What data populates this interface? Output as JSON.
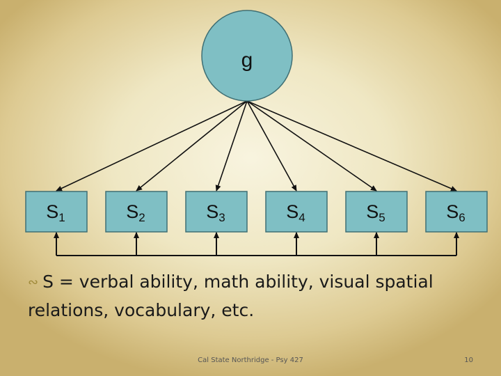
{
  "diagram": {
    "general_factor": "g",
    "specific_factors": [
      {
        "letter": "S",
        "sub": "1"
      },
      {
        "letter": "S",
        "sub": "2"
      },
      {
        "letter": "S",
        "sub": "3"
      },
      {
        "letter": "S",
        "sub": "4"
      },
      {
        "letter": "S",
        "sub": "5"
      },
      {
        "letter": "S",
        "sub": "6"
      }
    ],
    "colors": {
      "node_fill": "#7fbfc4",
      "node_stroke": "#3f6f74",
      "arrow": "#111111"
    }
  },
  "bullet": {
    "icon": "wave-bullet-icon",
    "text": "S = verbal ability, math ability, visual spatial relations, vocabulary, etc."
  },
  "footer": {
    "source": "Cal State Northridge - Psy 427",
    "page_number": "10"
  }
}
